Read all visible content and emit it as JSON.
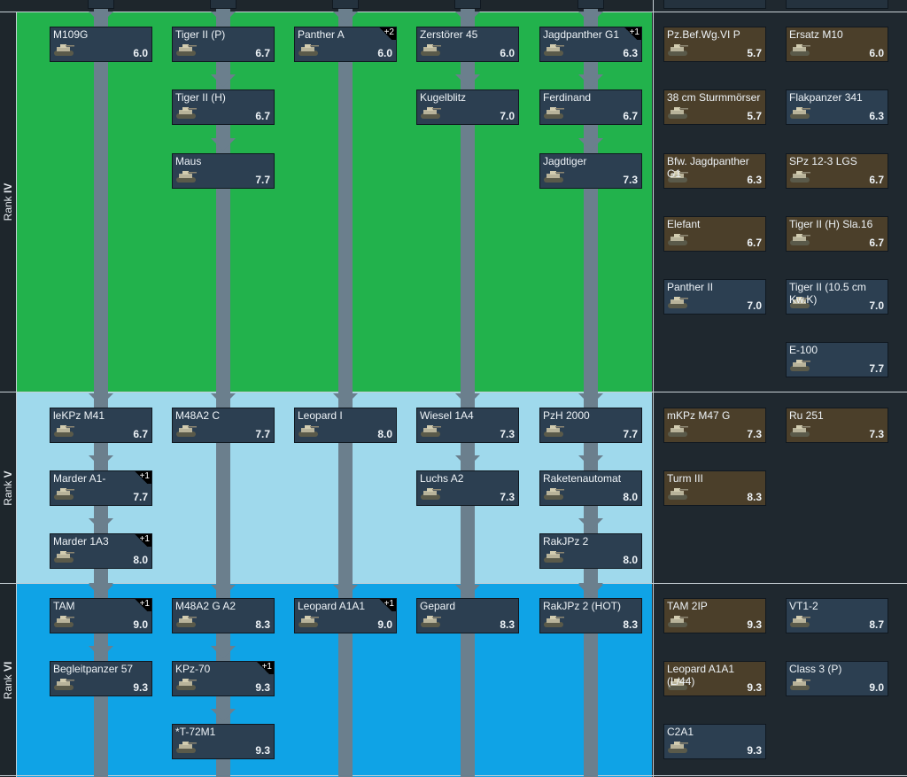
{
  "ranks": [
    {
      "roman": "IV",
      "label": "Rank IV",
      "color": "#22b24c"
    },
    {
      "roman": "V",
      "label": "Rank V",
      "color": "#9fd9ec"
    },
    {
      "roman": "VI",
      "label": "Rank VI",
      "color": "#0fa3e6"
    }
  ],
  "colors": {
    "shaft": "#6b7f8d",
    "card": "#2c3f51",
    "premium": "#4b3f2a",
    "background": "#1e262c"
  },
  "research": [
    {
      "name": "M109G",
      "br": "6.0",
      "col": 0,
      "row": 0,
      "plus": ""
    },
    {
      "name": "Tiger II (P)",
      "br": "6.7",
      "col": 1,
      "row": 0,
      "plus": ""
    },
    {
      "name": "Panther A",
      "br": "6.0",
      "col": 2,
      "row": 0,
      "plus": "+2"
    },
    {
      "name": "Zerstörer 45",
      "br": "6.0",
      "col": 3,
      "row": 0,
      "plus": ""
    },
    {
      "name": "Jagdpanther G1",
      "br": "6.3",
      "col": 4,
      "row": 0,
      "plus": "+1"
    },
    {
      "name": "Tiger II (H)",
      "br": "6.7",
      "col": 1,
      "row": 1,
      "plus": ""
    },
    {
      "name": "Kugelblitz",
      "br": "7.0",
      "col": 3,
      "row": 1,
      "plus": ""
    },
    {
      "name": "Ferdinand",
      "br": "6.7",
      "col": 4,
      "row": 1,
      "plus": ""
    },
    {
      "name": "Maus",
      "br": "7.7",
      "col": 1,
      "row": 2,
      "plus": ""
    },
    {
      "name": "Jagdtiger",
      "br": "7.3",
      "col": 4,
      "row": 2,
      "plus": ""
    },
    {
      "name": "leKPz M41",
      "br": "6.7",
      "col": 0,
      "row": 6,
      "plus": ""
    },
    {
      "name": "M48A2 C",
      "br": "7.7",
      "col": 1,
      "row": 6,
      "plus": ""
    },
    {
      "name": "Leopard I",
      "br": "8.0",
      "col": 2,
      "row": 6,
      "plus": ""
    },
    {
      "name": "Wiesel 1A4",
      "br": "7.3",
      "col": 3,
      "row": 6,
      "plus": ""
    },
    {
      "name": "PzH 2000",
      "br": "7.7",
      "col": 4,
      "row": 6,
      "plus": ""
    },
    {
      "name": "Marder A1-",
      "br": "7.7",
      "col": 0,
      "row": 7,
      "plus": "+1"
    },
    {
      "name": "Luchs A2",
      "br": "7.3",
      "col": 3,
      "row": 7,
      "plus": ""
    },
    {
      "name": "Raketenautomat",
      "br": "8.0",
      "col": 4,
      "row": 7,
      "plus": ""
    },
    {
      "name": "Marder 1A3",
      "br": "8.0",
      "col": 0,
      "row": 8,
      "plus": "+1"
    },
    {
      "name": "RakJPz 2",
      "br": "8.0",
      "col": 4,
      "row": 8,
      "plus": ""
    },
    {
      "name": "TAM",
      "br": "9.0",
      "col": 0,
      "row": 9,
      "plus": "+1"
    },
    {
      "name": "M48A2 G A2",
      "br": "8.3",
      "col": 1,
      "row": 9,
      "plus": ""
    },
    {
      "name": "Leopard A1A1",
      "br": "9.0",
      "col": 2,
      "row": 9,
      "plus": "+1"
    },
    {
      "name": "Gepard",
      "br": "8.3",
      "col": 3,
      "row": 9,
      "plus": ""
    },
    {
      "name": "RakJPz 2 (HOT)",
      "br": "8.3",
      "col": 4,
      "row": 9,
      "plus": ""
    },
    {
      "name": "Begleitpanzer 57",
      "br": "9.3",
      "col": 0,
      "row": 10,
      "plus": ""
    },
    {
      "name": "KPz-70",
      "br": "9.3",
      "col": 1,
      "row": 10,
      "plus": "+1"
    },
    {
      "name": "*T-72M1",
      "br": "9.3",
      "col": 1,
      "row": 11,
      "plus": ""
    }
  ],
  "premium": [
    {
      "name": "Pz.Bef.Wg.VI P",
      "br": "5.7",
      "col": 5,
      "row": 0,
      "gold": true
    },
    {
      "name": "Ersatz M10",
      "br": "6.0",
      "col": 6,
      "row": 0,
      "gold": true
    },
    {
      "name": "38 cm Sturmmörser",
      "br": "5.7",
      "col": 5,
      "row": 1,
      "gold": true
    },
    {
      "name": "Flakpanzer 341",
      "br": "6.3",
      "col": 6,
      "row": 1,
      "gold": false
    },
    {
      "name": "Bfw. Jagdpanther G1",
      "br": "6.3",
      "col": 5,
      "row": 2,
      "gold": true
    },
    {
      "name": "SPz 12-3 LGS",
      "br": "6.7",
      "col": 6,
      "row": 2,
      "gold": true
    },
    {
      "name": "Elefant",
      "br": "6.7",
      "col": 5,
      "row": 3,
      "gold": true
    },
    {
      "name": "Tiger II (H) Sla.16",
      "br": "6.7",
      "col": 6,
      "row": 3,
      "gold": true
    },
    {
      "name": "Panther II",
      "br": "7.0",
      "col": 5,
      "row": 4,
      "gold": false
    },
    {
      "name": "Tiger II (10.5 cm Kw.K)",
      "br": "7.0",
      "col": 6,
      "row": 4,
      "gold": false
    },
    {
      "name": "E-100",
      "br": "7.7",
      "col": 6,
      "row": 5,
      "gold": false
    },
    {
      "name": "mKPz M47 G",
      "br": "7.3",
      "col": 5,
      "row": 6,
      "gold": true
    },
    {
      "name": "Ru 251",
      "br": "7.3",
      "col": 6,
      "row": 6,
      "gold": true
    },
    {
      "name": "Turm III",
      "br": "8.3",
      "col": 5,
      "row": 7,
      "gold": true
    },
    {
      "name": "TAM 2IP",
      "br": "9.3",
      "col": 5,
      "row": 9,
      "gold": true
    },
    {
      "name": "VT1-2",
      "br": "8.7",
      "col": 6,
      "row": 9,
      "gold": false
    },
    {
      "name": "Leopard A1A1 (L/44)",
      "br": "9.3",
      "col": 5,
      "row": 10,
      "gold": true
    },
    {
      "name": "Class 3 (P)",
      "br": "9.0",
      "col": 6,
      "row": 10,
      "gold": false
    },
    {
      "name": "C2A1",
      "br": "9.3",
      "col": 5,
      "row": 11,
      "gold": false
    }
  ]
}
